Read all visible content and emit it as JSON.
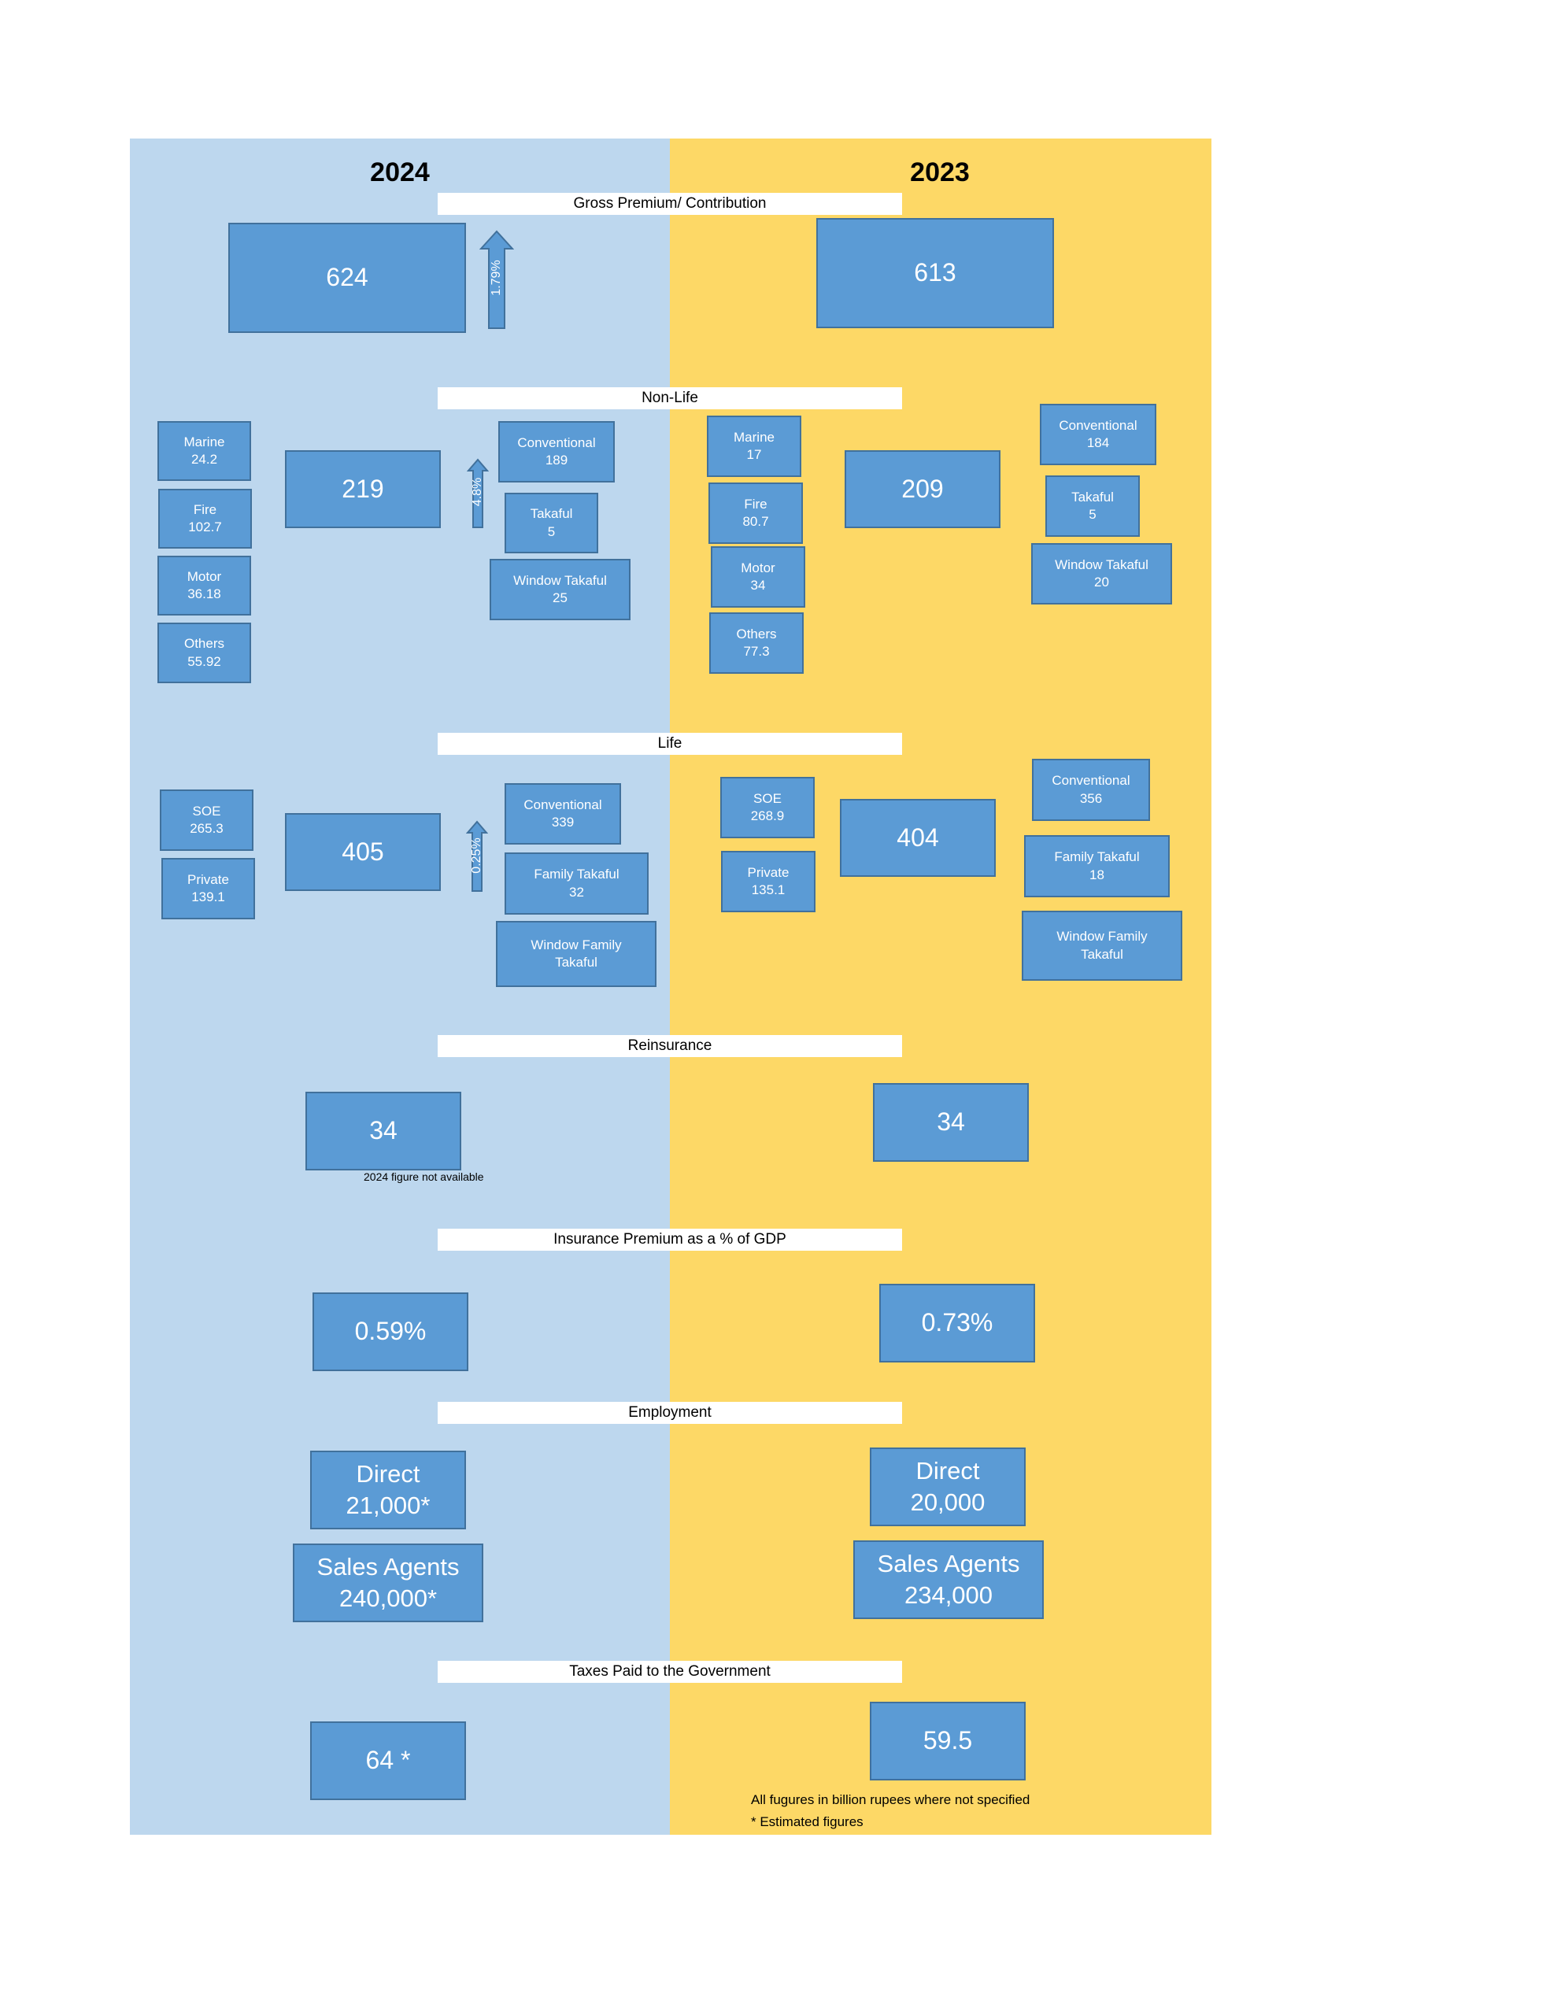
{
  "years": {
    "left": "2024",
    "right": "2023"
  },
  "sections": {
    "gross": "Gross Premium/ Contribution",
    "nonlife": "Non-Life",
    "life": "Life",
    "reinsurance": "Reinsurance",
    "gdp": "Insurance Premium as a % of GDP",
    "employment": "Employment",
    "taxes": "Taxes Paid to the Government"
  },
  "gross": {
    "y2024": "624",
    "y2023": "613",
    "growth": "1.79%"
  },
  "nonlife": {
    "y2024": {
      "total": "219",
      "growth": "4.8%",
      "marine": {
        "label": "Marine",
        "value": "24.2"
      },
      "fire": {
        "label": "Fire",
        "value": "102.7"
      },
      "motor": {
        "label": "Motor",
        "value": "36.18"
      },
      "others": {
        "label": "Others",
        "value": "55.92"
      },
      "conventional": {
        "label": "Conventional",
        "value": "189"
      },
      "takaful": {
        "label": "Takaful",
        "value": "5"
      },
      "window": {
        "label": "Window Takaful",
        "value": "25"
      }
    },
    "y2023": {
      "total": "209",
      "marine": {
        "label": "Marine",
        "value": "17"
      },
      "fire": {
        "label": "Fire",
        "value": "80.7"
      },
      "motor": {
        "label": "Motor",
        "value": "34"
      },
      "others": {
        "label": "Others",
        "value": "77.3"
      },
      "conventional": {
        "label": "Conventional",
        "value": "184"
      },
      "takaful": {
        "label": "Takaful",
        "value": "5"
      },
      "window": {
        "label": "Window Takaful",
        "value": "20"
      }
    }
  },
  "life": {
    "y2024": {
      "total": "405",
      "growth": "0.25%",
      "soe": {
        "label": "SOE",
        "value": "265.3"
      },
      "private": {
        "label": "Private",
        "value": "139.1"
      },
      "conventional": {
        "label": "Conventional",
        "value": "339"
      },
      "family": {
        "label": "Family Takaful",
        "value": "32"
      },
      "window": {
        "line1": "Window Family",
        "line2": "Takaful"
      }
    },
    "y2023": {
      "total": "404",
      "soe": {
        "label": "SOE",
        "value": "268.9"
      },
      "private": {
        "label": "Private",
        "value": "135.1"
      },
      "conventional": {
        "label": "Conventional",
        "value": "356"
      },
      "family": {
        "label": "Family Takaful",
        "value": "18"
      },
      "window": {
        "line1": "Window Family",
        "line2": "Takaful"
      }
    }
  },
  "reinsurance": {
    "y2024": "34",
    "y2023": "34",
    "note": "2024 figure not available"
  },
  "gdp": {
    "y2024": "0.59%",
    "y2023": "0.73%"
  },
  "employment": {
    "y2024": {
      "direct_label": "Direct",
      "direct": "21,000*",
      "agents_label": "Sales Agents",
      "agents": "240,000*"
    },
    "y2023": {
      "direct_label": "Direct",
      "direct": "20,000",
      "agents_label": "Sales Agents",
      "agents": "234,000"
    }
  },
  "taxes": {
    "y2024": "64 *",
    "y2023": "59.5"
  },
  "footnotes": {
    "line1": "All fugures in billion rupees where not specified",
    "line2": "* Estimated figures"
  }
}
